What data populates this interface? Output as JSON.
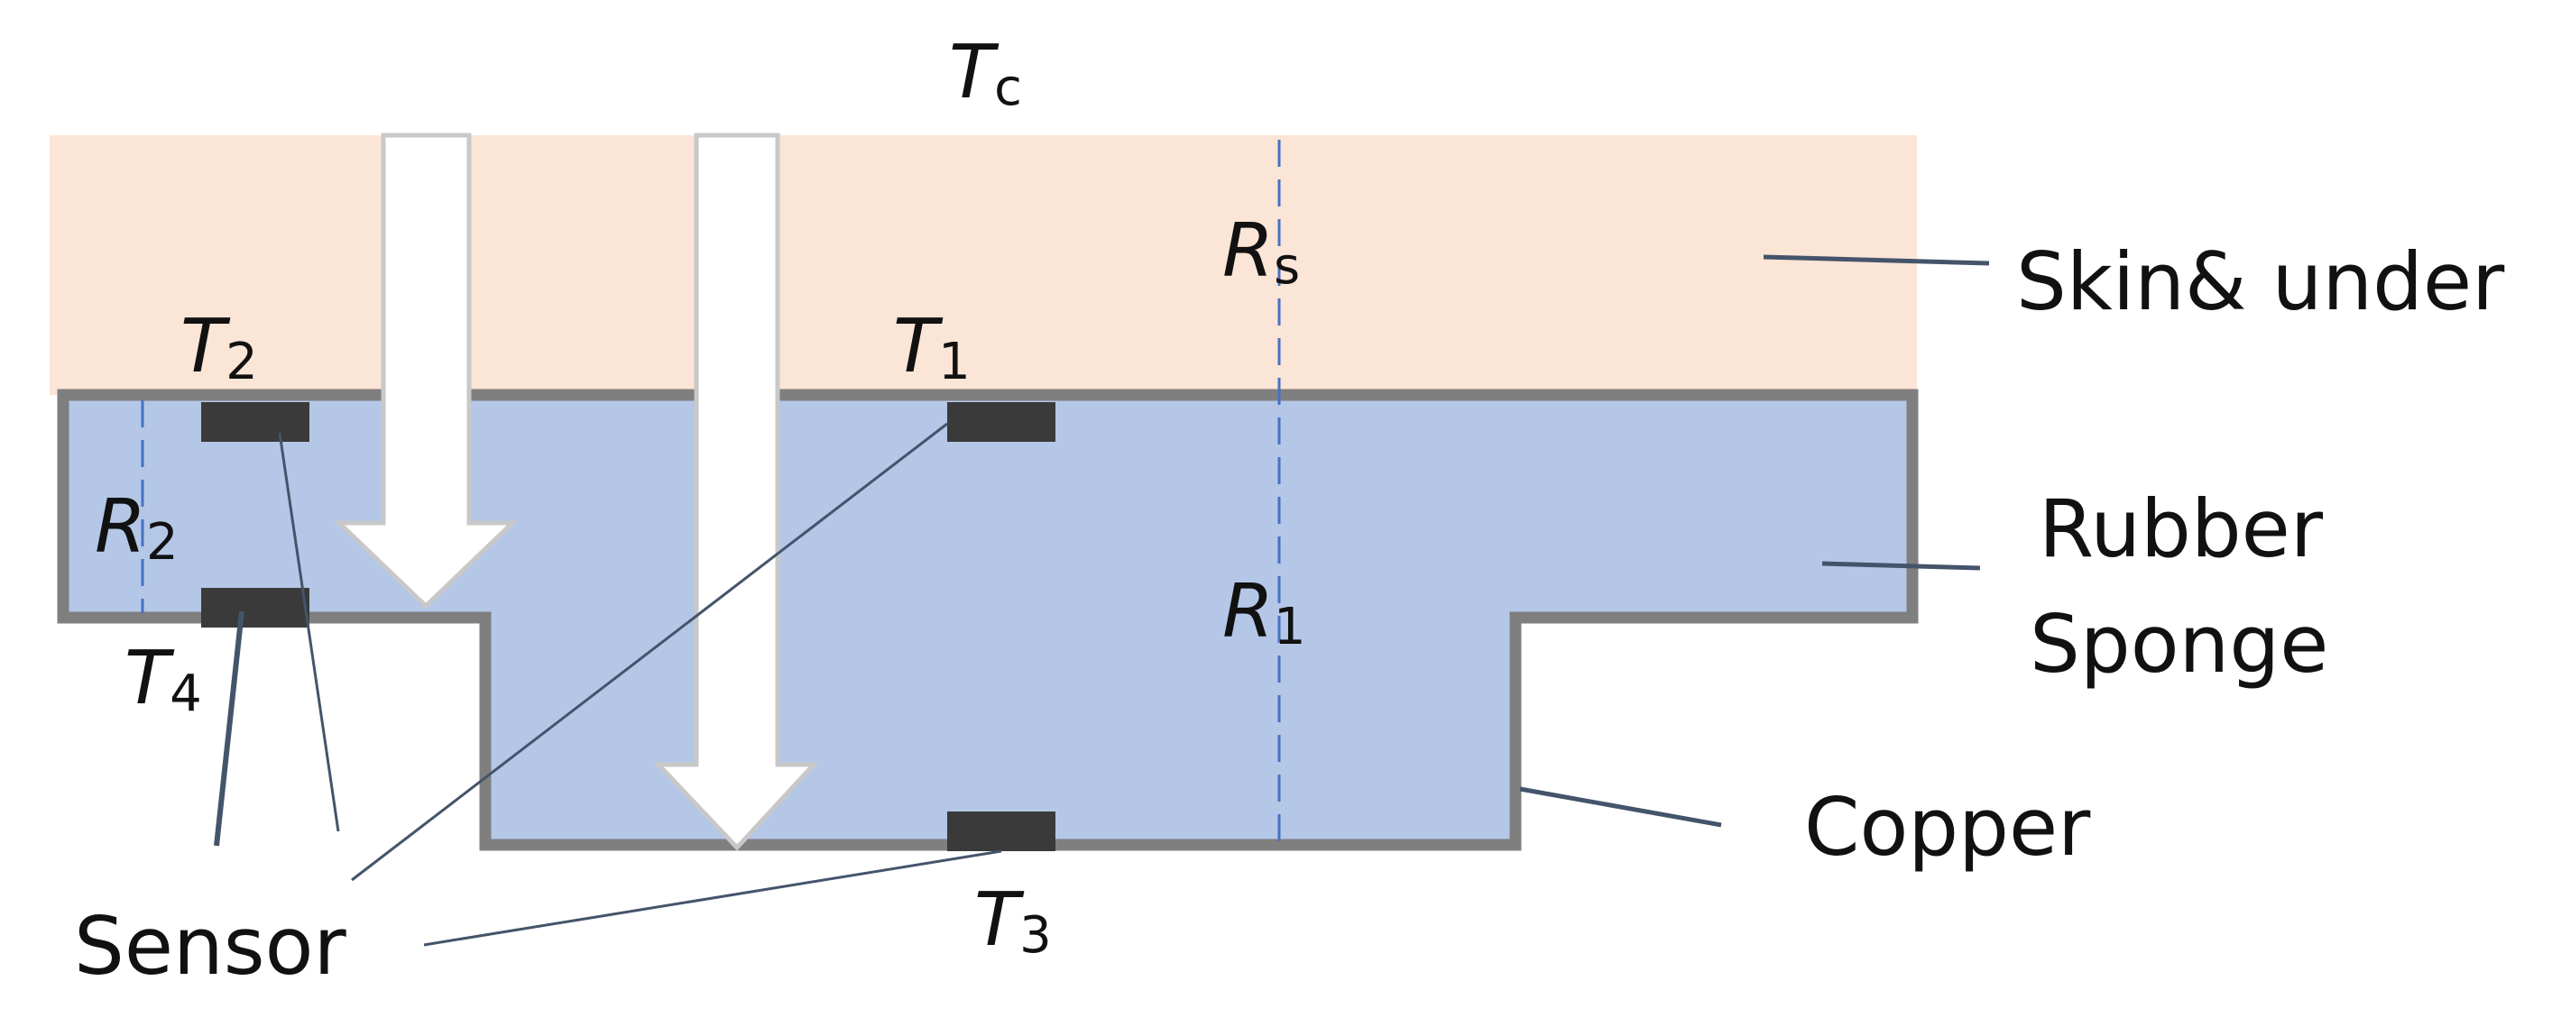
{
  "variables": {
    "tc": {
      "main": "T",
      "sub": "c"
    },
    "rs": {
      "main": "R",
      "sub": "s"
    },
    "t1": {
      "main": "T",
      "sub": "1"
    },
    "t2": {
      "main": "T",
      "sub": "2"
    },
    "r2": {
      "main": "R",
      "sub": "2"
    },
    "r1": {
      "main": "R",
      "sub": "1"
    },
    "t4": {
      "main": "T",
      "sub": "4"
    },
    "t3": {
      "main": "T",
      "sub": "3"
    }
  },
  "labels": {
    "skin": "Skin& under",
    "rubber_line1": "Rubber",
    "rubber_line2": "Sponge",
    "copper": "Copper",
    "sensor": "Sensor"
  },
  "colors": {
    "skin_layer": "#FBE5D6",
    "rubber_sponge": "#B4C7E7",
    "copper_outline": "#7F7F7F",
    "sensor": "#3A3A3A",
    "dashed_axis": "#4472C4",
    "leader_line": "#44546A",
    "arrow_fill": "#FFFFFF",
    "arrow_stroke": "#C8C8C8"
  }
}
